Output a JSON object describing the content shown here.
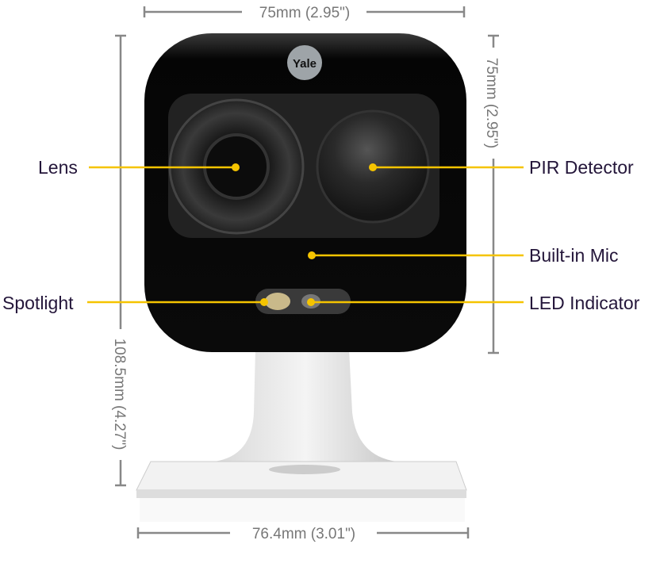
{
  "dimensions": {
    "top_width": "75mm (2.95\")",
    "right_height": "75mm (2.95\")",
    "left_total_height": "108.5mm (4.27\")",
    "bottom_base_width": "76.4mm (3.01\")"
  },
  "brand_logo": "Yale",
  "callouts": {
    "lens": "Lens",
    "spotlight": "Spotlight",
    "pir_detector": "PIR Detector",
    "built_in_mic": "Built-in Mic",
    "led_indicator": "LED Indicator"
  },
  "colors": {
    "leader": "#f5c400",
    "label": "#24163a",
    "dimension": "#888888"
  }
}
